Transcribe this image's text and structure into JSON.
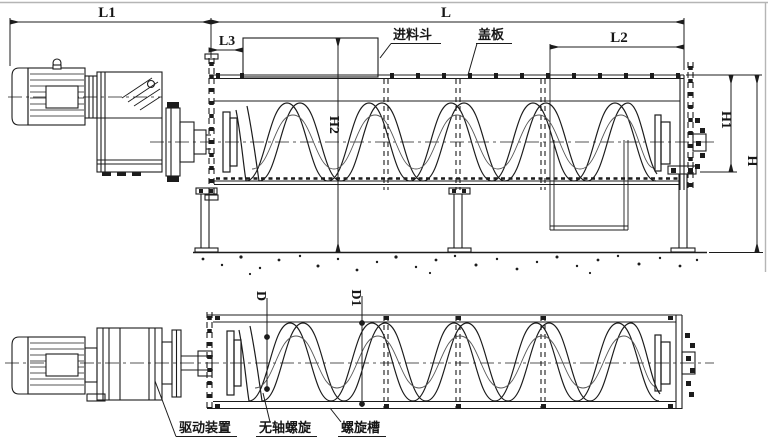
{
  "dimensions": {
    "L1": "L1",
    "L": "L",
    "L3": "L3",
    "L2": "L2",
    "H2": "H2",
    "H1": "H1",
    "H": "H",
    "D": "D",
    "D1": "D1"
  },
  "part_labels": {
    "feed_hopper": "进料斗",
    "cover_plate": "盖板",
    "drive_unit": "驱动装置",
    "shaftless_spiral": "无轴螺旋",
    "spiral_trough": "螺旋槽"
  },
  "colors": {
    "line_color": "#1c1c1c",
    "inner_flight_color": "#555555",
    "background": "#ffffff",
    "border_artifact": "#b5b5b5"
  }
}
